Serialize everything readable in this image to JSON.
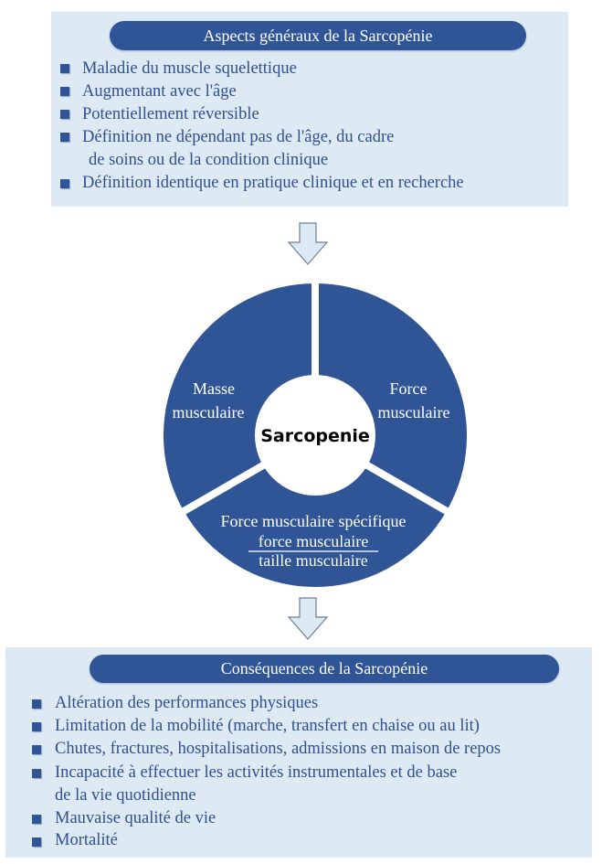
{
  "top_box": {
    "title": "Aspects généraux de la Sarcopénie",
    "items": [
      "Maladie du muscle squelettique",
      "Augmentant avec l'âge",
      "Potentiellement réversible",
      "Définition ne dépendant pas de l'âge, du cadre",
      "Définition identique en pratique clinique et en recherche"
    ],
    "item_4_continuation": "de soins ou de la condition clinique"
  },
  "ring": {
    "center_label": "Sarcopenie",
    "left_segment": [
      "Masse",
      "musculaire"
    ],
    "right_segment": [
      "Force",
      "musculaire"
    ],
    "bottom_segment": {
      "title": "Force musculaire spécifique",
      "numerator": "force musculaire",
      "denominator": "taille musculaire"
    }
  },
  "bottom_box": {
    "title": "Conséquences de la Sarcopénie",
    "items": [
      "Altération des performances physiques",
      "Limitation de la mobilité (marche, transfert en chaise ou au lit)",
      "Chutes, fractures, hospitalisations, admissions en maison de repos",
      "Incapacité à effectuer les activités instrumentales et de base",
      "Mauvaise qualité de vie",
      "Mortalité"
    ],
    "item_4_continuation": "de la vie quotidienne"
  },
  "colors": {
    "accent": "#2f5597",
    "panel": "#deeaf3",
    "text": "#2f4f8f"
  }
}
